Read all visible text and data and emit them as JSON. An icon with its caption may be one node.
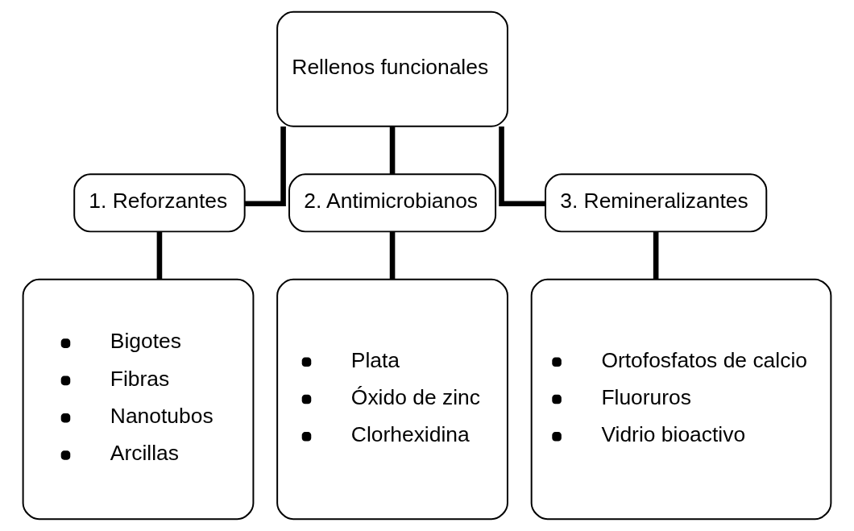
{
  "diagram": {
    "nodes": [
      {
        "text": [
          "Rellenos funcionales"
        ]
      },
      {
        "text": [
          "1. Reforzantes"
        ]
      },
      {
        "text": [
          "2. Antimicrobianos"
        ]
      },
      {
        "text": [
          "3. Remineralizantes"
        ]
      },
      {
        "text": [
          "Bigotes",
          "Fibras",
          "Nanotubos",
          "Arcillas"
        ]
      },
      {
        "text": [
          "Plata",
          "Óxido de zinc",
          "Clorhexidina"
        ]
      },
      {
        "text": [
          "Ortofosfatos de calcio",
          "Fluoruros",
          "Vidrio bioactivo"
        ]
      }
    ],
    "edges": [
      {
        "from": 0,
        "to": 1,
        "arrow": "none"
      },
      {
        "from": 0,
        "to": 2,
        "arrow": "none"
      },
      {
        "from": 0,
        "to": 3,
        "arrow": "none"
      },
      {
        "from": 1,
        "to": 4,
        "arrow": "none"
      },
      {
        "from": 2,
        "to": 5,
        "arrow": "none"
      },
      {
        "from": 3,
        "to": 6,
        "arrow": "none"
      }
    ]
  }
}
